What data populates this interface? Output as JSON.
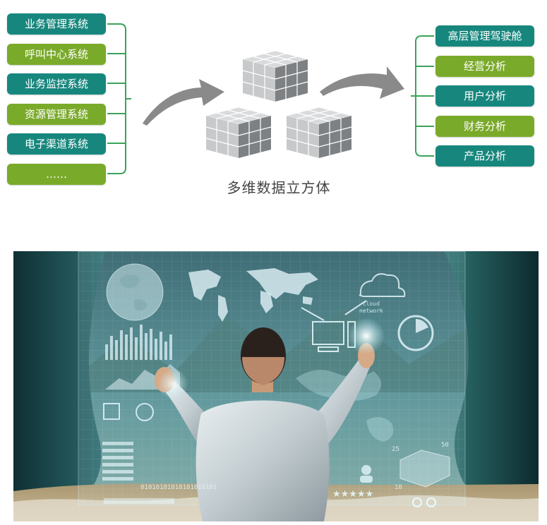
{
  "diagram": {
    "sources": [
      {
        "label": "业务管理系统",
        "color": "#17877e"
      },
      {
        "label": "呼叫中心系统",
        "color": "#7aaa2a"
      },
      {
        "label": "业务监控系统",
        "color": "#17877e"
      },
      {
        "label": "资源管理系统",
        "color": "#7aaa2a"
      },
      {
        "label": "电子渠道系统",
        "color": "#17877e"
      },
      {
        "label": "……",
        "color": "#7aaa2a"
      }
    ],
    "cube_label": "多维数据立方体",
    "outputs": [
      {
        "label": "高层管理驾驶舱",
        "color": "#17877e"
      },
      {
        "label": "经营分析",
        "color": "#7aaa2a"
      },
      {
        "label": "用户分析",
        "color": "#17877e"
      },
      {
        "label": "财务分析",
        "color": "#7aaa2a"
      },
      {
        "label": "产品分析",
        "color": "#17877e"
      }
    ],
    "bracket_color": "#3aa35a",
    "arrow_color": "#8a8a8a"
  },
  "photo": {
    "hud_cloud_label": "cloud\nnetwork",
    "hud_binary": "01010101010101010101",
    "hud_num_25": "25",
    "hud_num_50": "50",
    "hud_num_10": "10"
  }
}
